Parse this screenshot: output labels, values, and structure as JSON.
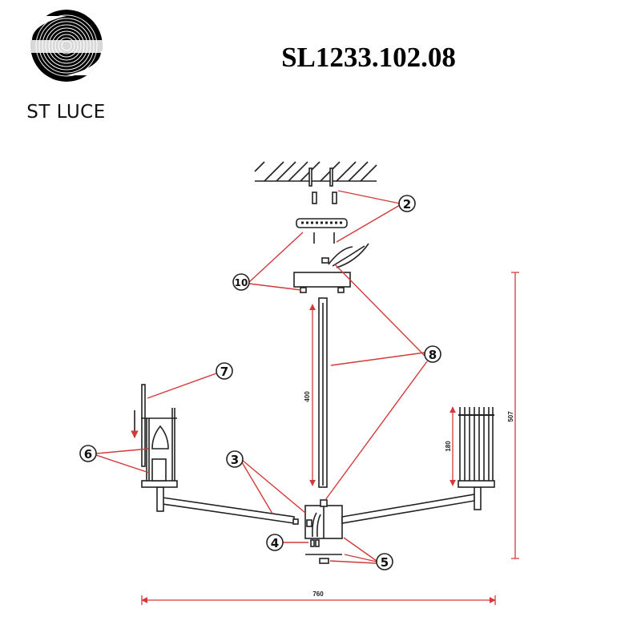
{
  "brand": {
    "name": "ST LUCE"
  },
  "title": "SL1233.102.08",
  "callouts": [
    "2",
    "10",
    "8",
    "7",
    "6",
    "3",
    "4",
    "5"
  ],
  "dimensions": {
    "rod_length": "400",
    "shade_height": "180",
    "total_height": "507",
    "total_width": "760"
  },
  "colors": {
    "leader": "#d23a3a",
    "line": "#222222"
  }
}
